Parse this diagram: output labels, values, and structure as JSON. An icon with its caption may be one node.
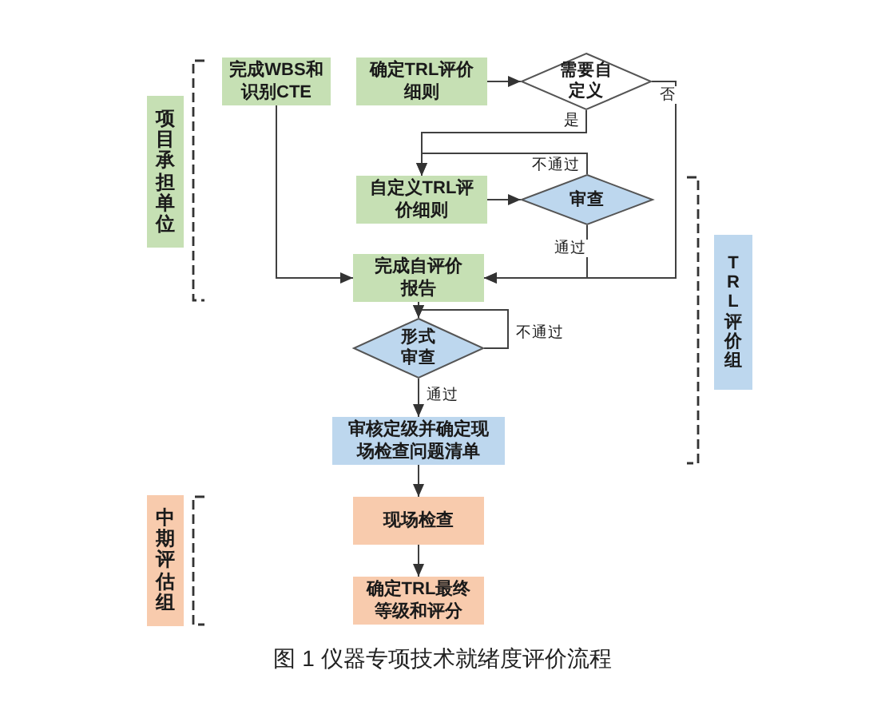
{
  "diagram": {
    "caption": "图 1 仪器专项技术就绪度评价流程",
    "nodes": [
      {
        "text": [
          "项目承担单位"
        ]
      },
      {
        "text": [
          "完成WBS和识别CTE"
        ]
      },
      {
        "text": [
          "确定TRL评价细则"
        ]
      },
      {
        "text": [
          "需要自定义"
        ]
      },
      {
        "text": [
          "自定义TRL评价细则"
        ]
      },
      {
        "text": [
          "审查"
        ]
      },
      {
        "text": [
          "完成自评价报告"
        ]
      },
      {
        "text": [
          "形式审查"
        ]
      },
      {
        "text": [
          "审核定级并确定现场检查问题清单"
        ]
      },
      {
        "text": [
          "现场检查"
        ]
      },
      {
        "text": [
          "确定TRL最终等级和评分"
        ]
      },
      {
        "text": [
          "TRL评价组"
        ]
      },
      {
        "text": [
          "中期评估组"
        ]
      }
    ],
    "edges": [
      {
        "from": 1,
        "to": 6,
        "arrow": "to"
      },
      {
        "from": 2,
        "to": 3,
        "arrow": "to"
      },
      {
        "from": 3,
        "to": 4,
        "arrow": "to",
        "label": "是"
      },
      {
        "from": 4,
        "to": 5,
        "arrow": "to"
      },
      {
        "from": 5,
        "to": 4,
        "arrow": "to",
        "label": "不通过"
      },
      {
        "from": 5,
        "to": 6,
        "arrow": "to",
        "label": "通过"
      },
      {
        "from": 3,
        "to": 6,
        "arrow": "to",
        "label": "否"
      },
      {
        "from": 6,
        "to": 7,
        "arrow": "to"
      },
      {
        "from": 7,
        "to": 7,
        "arrow": "to",
        "label": "不通过"
      },
      {
        "from": 7,
        "to": 8,
        "arrow": "to",
        "label": "通过"
      },
      {
        "from": 8,
        "to": 9,
        "arrow": "to"
      },
      {
        "from": 9,
        "to": 10,
        "arrow": "to"
      }
    ]
  }
}
